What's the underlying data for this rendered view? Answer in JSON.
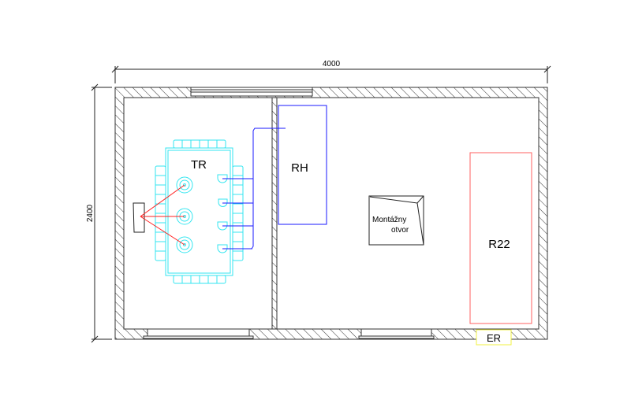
{
  "dimensions": {
    "width_label": "4000",
    "height_label": "2400"
  },
  "labels": {
    "transformer": "TR",
    "switchboard_hv": "RH",
    "switchboard_lv": "R22",
    "meter": "ER",
    "opening_line1": "Montážny",
    "opening_line2": "otvor"
  },
  "colors": {
    "wall": "#333333",
    "transformer": "#33e6f0",
    "hv_cable": "#1a1aff",
    "lv_cable": "#ff2020",
    "r22": "#ff6060",
    "er": "#f0f040"
  }
}
